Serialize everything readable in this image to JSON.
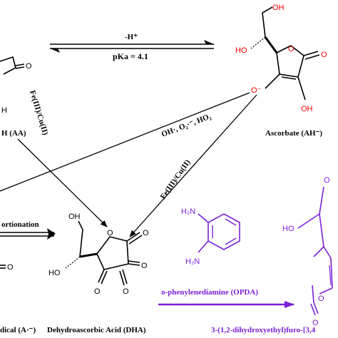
{
  "labels": {
    "deprotonation": "-H⁺",
    "pka": "pKa = 4.1",
    "aa": "H (AA)",
    "ascorbate": "Ascorbate (AH⁻)",
    "oxidants": "OH·, O₂·⁻, HO₂",
    "fe_cu_left": "Fe(III)/Cu(II)",
    "fe_cu_right": "Fe(III)/Cu(II)",
    "disproportionation": "ortionation",
    "radical": "dical (A·⁻)",
    "dha": "Dehydroascorbic Acid (DHA)",
    "opda_reagent": "o-phenylenediamine (OPDA)",
    "product": "3-(1,2-dihydroxyethyl)furo-[3,4"
  },
  "atoms": {
    "oh": "OH",
    "ho": "HO",
    "o": "O",
    "o_minus": "O⁻",
    "h": "H",
    "nh2": "H₂N"
  },
  "colors": {
    "black": "#000000",
    "red": "#ff0000",
    "purple": "#7b1fd6"
  }
}
